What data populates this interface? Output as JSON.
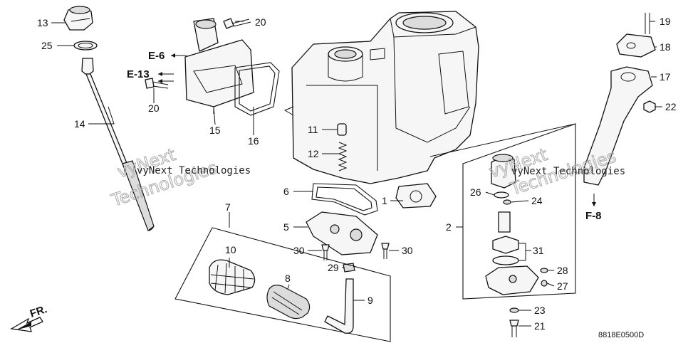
{
  "callouts": [
    "13",
    "25",
    "14",
    "20",
    "20",
    "15",
    "16",
    "11",
    "12",
    "6",
    "1",
    "5",
    "30",
    "30",
    "29",
    "7",
    "10",
    "8",
    "9",
    "2",
    "26",
    "24",
    "31",
    "28",
    "27",
    "23",
    "21",
    "19",
    "18",
    "17",
    "22"
  ],
  "references": {
    "e6": "E-6",
    "e13": "E-13",
    "f8": "F-8"
  },
  "direction_label": "FR.",
  "diagram_code": "8818E0500D",
  "watermark": {
    "top": "vyNext Technologies",
    "bottom": "Technologies"
  }
}
